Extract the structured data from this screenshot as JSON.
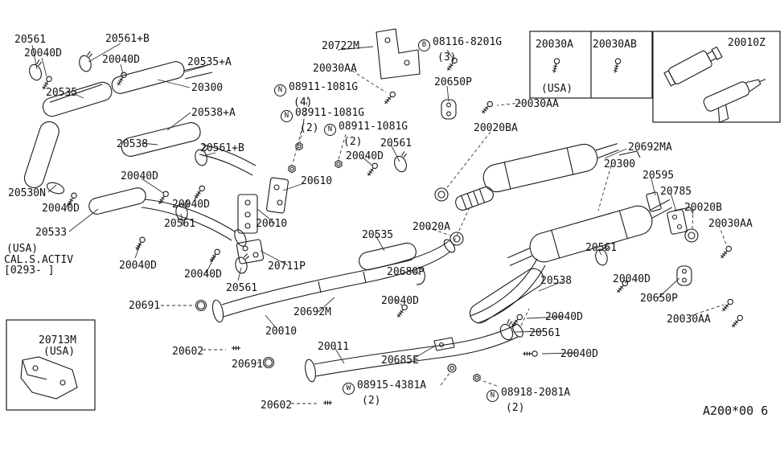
{
  "footer_code": "A200*00 6",
  "notes": {
    "cal": [
      "(USA)",
      "CAL.S.ACTIV",
      "[0293-    ]"
    ],
    "hardware_usa": "(USA)",
    "bracket_usa": "(USA)"
  },
  "insets": {
    "hardware_left": "20030A",
    "hardware_right": "20030AB",
    "sealant": "20010Z",
    "bracket": "20713M"
  },
  "fasteners": [
    {
      "prefix": "N",
      "part": "08911-1081G",
      "qty": "(4)"
    },
    {
      "prefix": "N",
      "part": "08911-1081G",
      "qty": "(2)"
    },
    {
      "prefix": "N",
      "part": "08911-1081G",
      "qty": "(2)"
    },
    {
      "prefix": "B",
      "part": "08116-8201G",
      "qty": "(3)"
    },
    {
      "prefix": "W",
      "part": "08915-4381A",
      "qty": "(2)"
    },
    {
      "prefix": "N",
      "part": "08918-2081A",
      "qty": "(2)"
    }
  ],
  "part_labels": [
    "20561",
    "20040D",
    "20561+B",
    "20040D",
    "20535+A",
    "20535",
    "20300",
    "20538+A",
    "20538",
    "20561+B",
    "20530N",
    "20040D",
    "20040D",
    "20040D",
    "20533",
    "20561",
    "20040D",
    "20040D",
    "20561",
    "20691",
    "20602",
    "20691",
    "20602",
    "20722M",
    "20030AA",
    "20610",
    "20610",
    "20561",
    "20040D",
    "20711P",
    "20535",
    "20020A",
    "20680P",
    "20040D",
    "20692M",
    "20010",
    "20011",
    "20685E",
    "20650P",
    "20030AA",
    "20020BA",
    "20692MA",
    "20300",
    "20595",
    "20785",
    "20020B",
    "20030AA",
    "20561",
    "20538",
    "20040D",
    "20650P",
    "20030AA",
    "20040D",
    "20561",
    "20040D"
  ]
}
